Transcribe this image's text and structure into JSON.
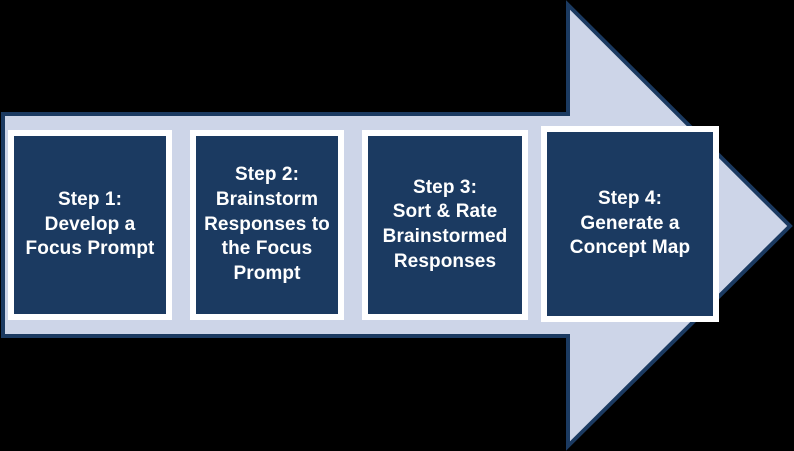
{
  "diagram": {
    "title": "Four-step concept mapping process arrow",
    "shape": "right-arrow",
    "colors": {
      "background": "#000000",
      "arrow_fill": "#cdd5e8",
      "arrow_outline": "#1b3a61",
      "card_fill": "#1b3a61",
      "card_border": "#ffffff",
      "card_text": "#ffffff"
    },
    "steps": [
      {
        "id": "step-1",
        "number": "Step 1:",
        "title": "Develop a Focus Prompt",
        "label": "Step 1:\nDevelop a\nFocus Prompt"
      },
      {
        "id": "step-2",
        "number": "Step 2:",
        "title": "Brainstorm Responses to the Focus Prompt",
        "label": "Step 2:\nBrainstorm\nResponses to\nthe Focus\nPrompt"
      },
      {
        "id": "step-3",
        "number": "Step 3:",
        "title": "Sort & Rate Brainstormed Responses",
        "label": "Step 3:\nSort & Rate\nBrainstormed\nResponses"
      },
      {
        "id": "step-4",
        "number": "Step 4:",
        "title": "Generate a Concept Map",
        "label": "Step 4:\nGenerate a\nConcept Map"
      }
    ]
  }
}
